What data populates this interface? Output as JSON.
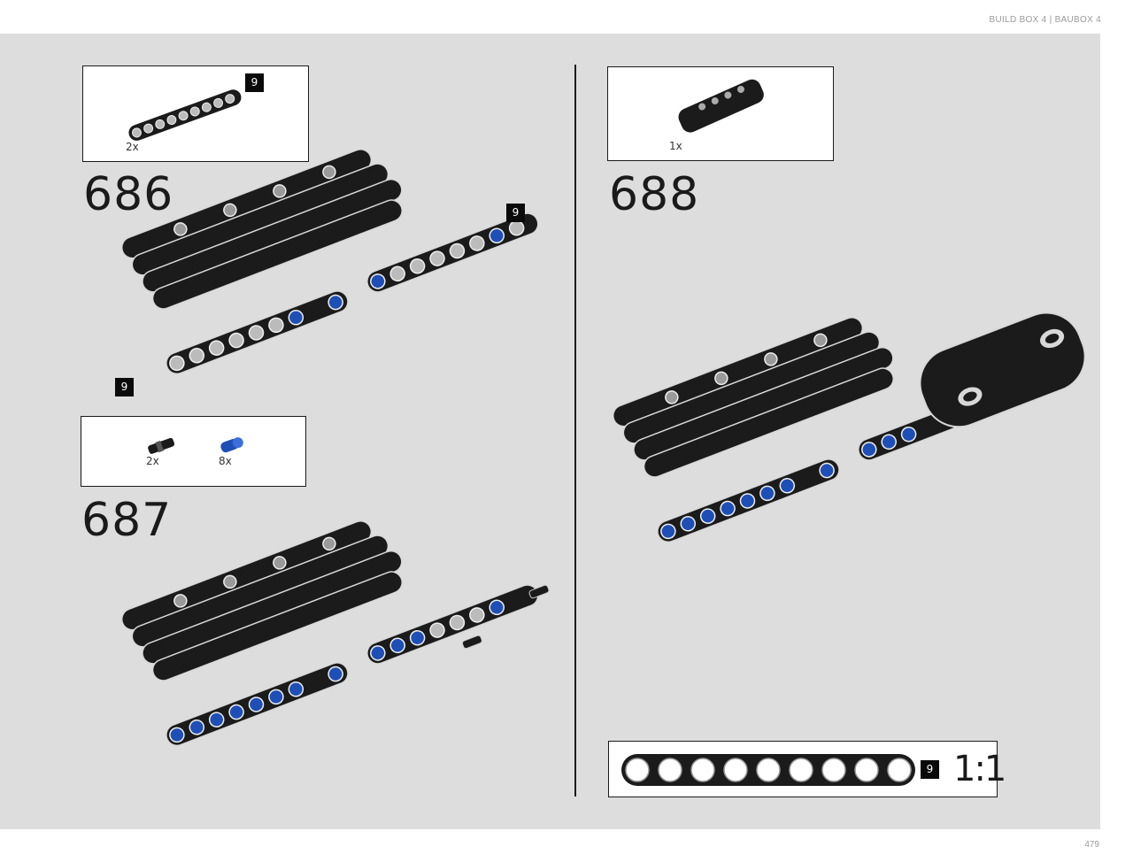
{
  "header": {
    "title": "BUILD BOX 4  |  BAUBOX 4"
  },
  "steps": [
    {
      "number": "686",
      "callout": {
        "parts": [
          {
            "qty": "2x",
            "beam_length": "9"
          }
        ]
      },
      "length_badges": [
        "9",
        "9"
      ]
    },
    {
      "number": "687",
      "callout": {
        "parts": [
          {
            "qty": "2x"
          },
          {
            "qty": "8x"
          }
        ]
      }
    },
    {
      "number": "688",
      "callout": {
        "parts": [
          {
            "qty": "1x"
          }
        ]
      }
    }
  ],
  "scale_ruler": {
    "length": "9",
    "scale": "1:1"
  },
  "colors": {
    "panel": "#dcdddc",
    "part_black": "#1b1b1b",
    "pin_blue": "#1f4fb5"
  },
  "page_number": "479"
}
